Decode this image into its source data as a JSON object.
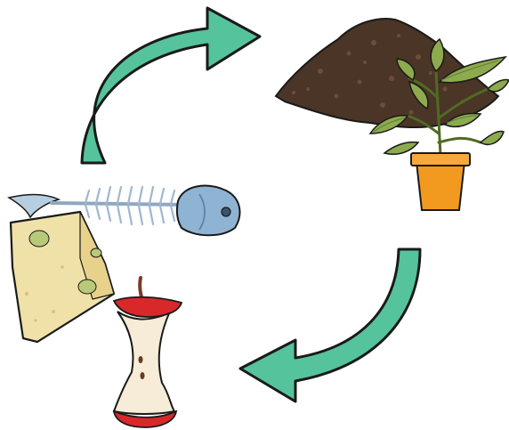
{
  "diagram": {
    "kind": "compost-cycle",
    "stages": [
      {
        "id": "food-waste",
        "items": [
          "fish-skeleton",
          "moldy-cheese",
          "apple-core"
        ]
      },
      {
        "id": "compost",
        "items": [
          "soil-pile",
          "potted-plant"
        ]
      }
    ],
    "arrows": [
      {
        "id": "waste-to-compost",
        "from": "food-waste",
        "to": "compost"
      },
      {
        "id": "compost-to-waste",
        "from": "compost",
        "to": "food-waste"
      }
    ]
  },
  "colors": {
    "arrow_fill": "#55c39b",
    "outline": "#1a1a1a",
    "soil": "#4a3526",
    "soil_light": "#6b4e3a",
    "leaf": "#8dab4e",
    "leaf_dark": "#5f7f2e",
    "pot": "#f29a1f",
    "pot_rim": "#f5a93a",
    "fish_bone": "#b7cde0",
    "fish_head": "#8fb3d3",
    "cheese": "#f0e1a8",
    "cheese_side": "#e8d18a",
    "mold": "#b8c97a",
    "apple_flesh": "#f6ecd7",
    "apple_skin": "#d8282a",
    "apple_stem": "#7a3a2a"
  }
}
